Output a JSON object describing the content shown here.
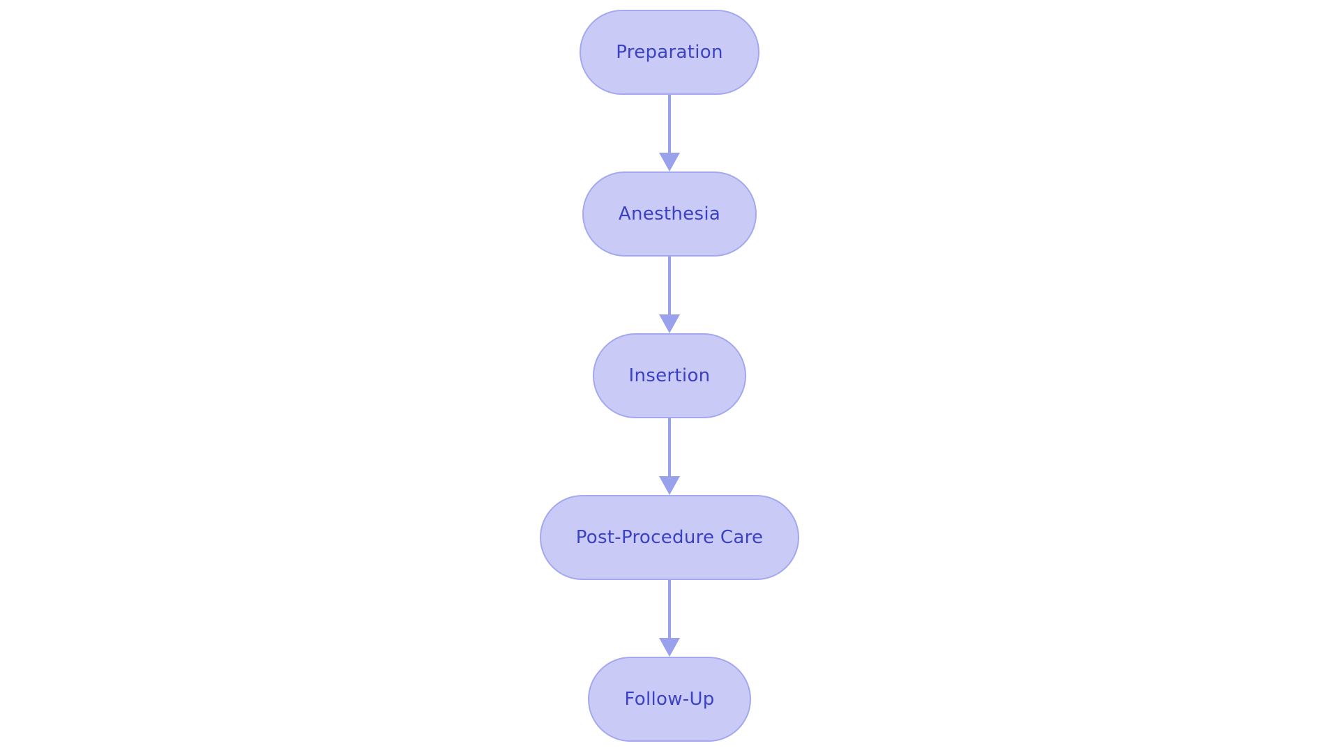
{
  "diagram": {
    "type": "flowchart",
    "direction": "top-down",
    "nodes": [
      {
        "id": "preparation",
        "label": "Preparation"
      },
      {
        "id": "anesthesia",
        "label": "Anesthesia"
      },
      {
        "id": "insertion",
        "label": "Insertion"
      },
      {
        "id": "post-procedure-care",
        "label": "Post-Procedure Care"
      },
      {
        "id": "follow-up",
        "label": "Follow-Up"
      }
    ],
    "edges": [
      {
        "from": "Preparation",
        "to": "Anesthesia"
      },
      {
        "from": "Anesthesia",
        "to": "Insertion"
      },
      {
        "from": "Insertion",
        "to": "Post-Procedure Care"
      },
      {
        "from": "Post-Procedure Care",
        "to": "Follow-Up"
      }
    ],
    "colors": {
      "node_fill": "#c9cbf6",
      "node_border": "#a3a8f0",
      "node_text": "#3b41c4",
      "arrow": "#99a0ec",
      "background": "#ffffff"
    }
  }
}
